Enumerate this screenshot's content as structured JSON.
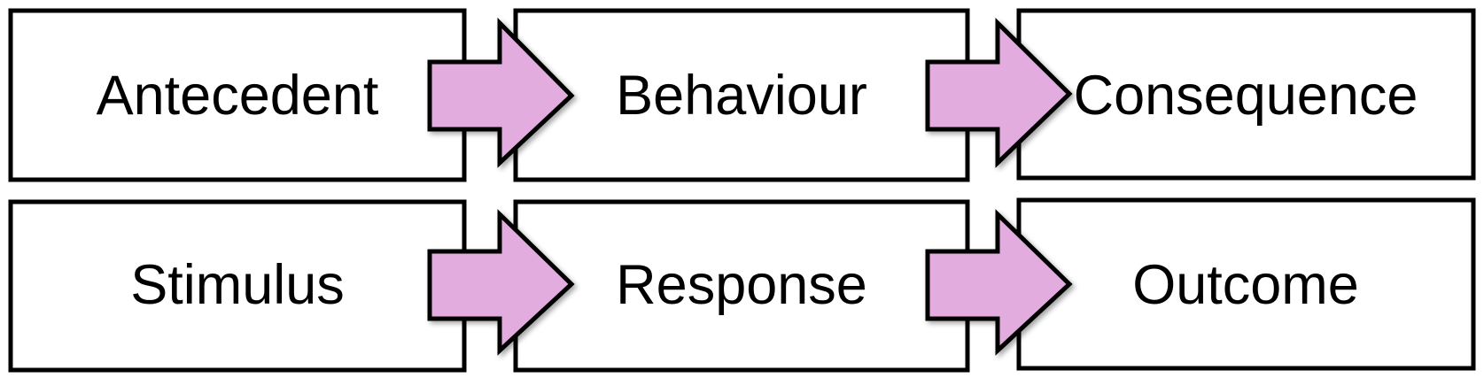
{
  "colors": {
    "arrow_fill": "#e3acdf",
    "stroke": "#000000",
    "box_fill": "#ffffff"
  },
  "rows": [
    {
      "boxes": [
        {
          "label": "Antecedent"
        },
        {
          "label": "Behaviour"
        },
        {
          "label": "Consequence"
        }
      ]
    },
    {
      "boxes": [
        {
          "label": "Stimulus"
        },
        {
          "label": "Response"
        },
        {
          "label": "Outcome"
        }
      ]
    }
  ]
}
